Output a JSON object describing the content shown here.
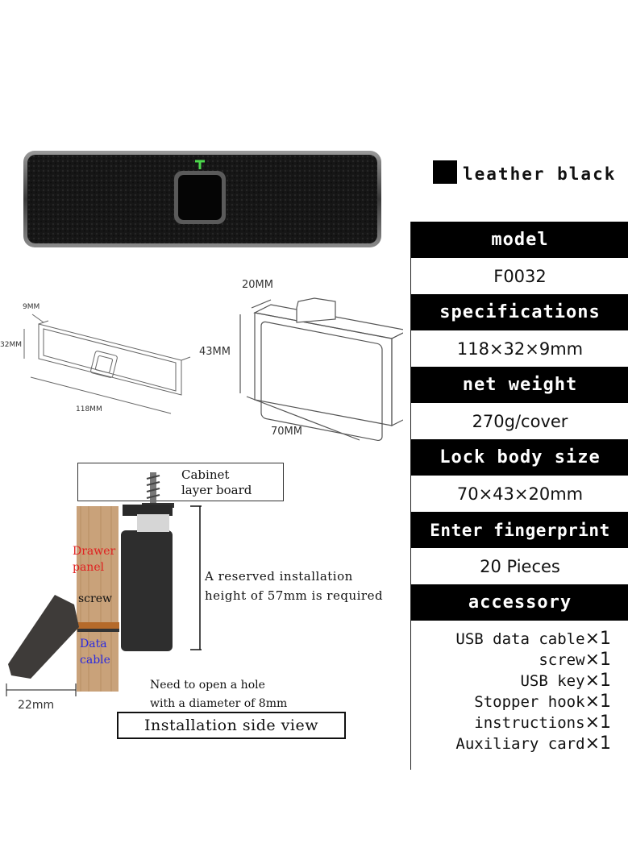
{
  "color_option": {
    "label": "leather black",
    "swatch": "#000000"
  },
  "specs": [
    {
      "header": "model",
      "value": "F0032"
    },
    {
      "header": "specifications",
      "value": "118×32×9mm"
    },
    {
      "header": "net weight",
      "value": "270g/cover"
    },
    {
      "header": "Lock body size",
      "value": "70×43×20mm"
    },
    {
      "header": "Enter fingerprint",
      "value": "20 Pieces"
    }
  ],
  "accessory": {
    "header": "accessory",
    "items": [
      {
        "name": "USB data cable",
        "qty": "×1"
      },
      {
        "name": "screw",
        "qty": "×1"
      },
      {
        "name": "USB key",
        "qty": "×1"
      },
      {
        "name": "Stopper hook",
        "qty": "×1"
      },
      {
        "name": "instructions",
        "qty": "×1"
      },
      {
        "name": "Auxiliary card",
        "qty": "×1"
      }
    ]
  },
  "panel_dims": {
    "depth": "9MM",
    "height": "32MM",
    "length": "118MM"
  },
  "body_dims": {
    "depth": "20MM",
    "height": "43MM",
    "width": "70MM"
  },
  "side_view": {
    "cabinet_board": "Cabinet\nlayer board",
    "drawer_panel": "Drawer\npanel",
    "screw": "screw",
    "data_cable": "Data\ncable",
    "reserved_note": "A reserved installation\nheight of 57mm is required",
    "hole_note": "Need to open a hole\nwith a diameter of 8mm",
    "handle_dim": "22mm",
    "caption": "Installation side view"
  }
}
